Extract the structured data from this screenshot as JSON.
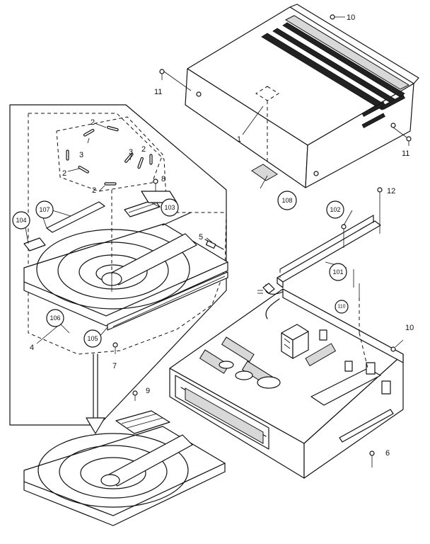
{
  "labels": {
    "l1": "1",
    "l2a": "2",
    "l2b": "2",
    "l2c": "2",
    "l2d": "2",
    "l3a": "3",
    "l3b": "3",
    "l4": "4",
    "l5": "5",
    "l6": "6",
    "l7": "7",
    "l8": "8",
    "l9": "9",
    "l10a": "10",
    "l10b": "10",
    "l11a": "11",
    "l11b": "11",
    "l12": "12",
    "c101": "101",
    "c102": "102",
    "c103": "103",
    "c104": "104",
    "c105": "105",
    "c106": "106",
    "c107": "107",
    "c108": "108",
    "c110": "110"
  }
}
